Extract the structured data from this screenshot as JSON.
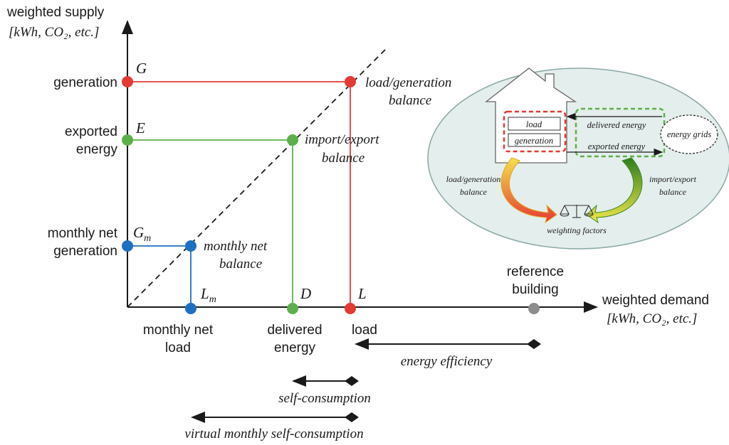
{
  "axes": {
    "y_title": "weighted supply",
    "y_unit": "[kWh, CO₂, etc.]",
    "x_title": "weighted demand",
    "x_unit": "[kWh, CO₂, etc.]"
  },
  "y_labels": {
    "generation": "generation",
    "exported_line1": "exported",
    "exported_line2": "energy",
    "monthly_gen_line1": "monthly net",
    "monthly_gen_line2": "generation"
  },
  "x_labels": {
    "monthly_load_line1": "monthly net",
    "monthly_load_line2": "load",
    "delivered_line1": "delivered",
    "delivered_line2": "energy",
    "load": "load",
    "reference_line1": "reference",
    "reference_line2": "building"
  },
  "point_letters": {
    "G": "G",
    "E": "E",
    "Gm_main": "G",
    "Gm_sub": "m",
    "Lm_main": "L",
    "Lm_sub": "m",
    "D": "D",
    "L": "L"
  },
  "balances": {
    "load_gen_line1": "load/generation",
    "load_gen_line2": "balance",
    "import_export_line1": "import/export",
    "import_export_line2": "balance",
    "monthly_line1": "monthly net",
    "monthly_line2": "balance"
  },
  "ranges": {
    "energy_efficiency": "energy efficiency",
    "self_consumption": "self-consumption",
    "virtual_monthly": "virtual monthly self-consumption"
  },
  "inset": {
    "load": "load",
    "generation": "generation",
    "delivered": "delivered energy",
    "exported": "exported energy",
    "grids": "energy grids",
    "lg_balance_line1": "load/generation",
    "lg_balance_line2": "balance",
    "ie_balance_line1": "import/export",
    "ie_balance_line2": "balance",
    "weighting": "weighting factors"
  },
  "colors": {
    "red": "#e53935",
    "green": "#5cb04a",
    "blue": "#1e6fc2",
    "grey": "#8c8c8c"
  }
}
